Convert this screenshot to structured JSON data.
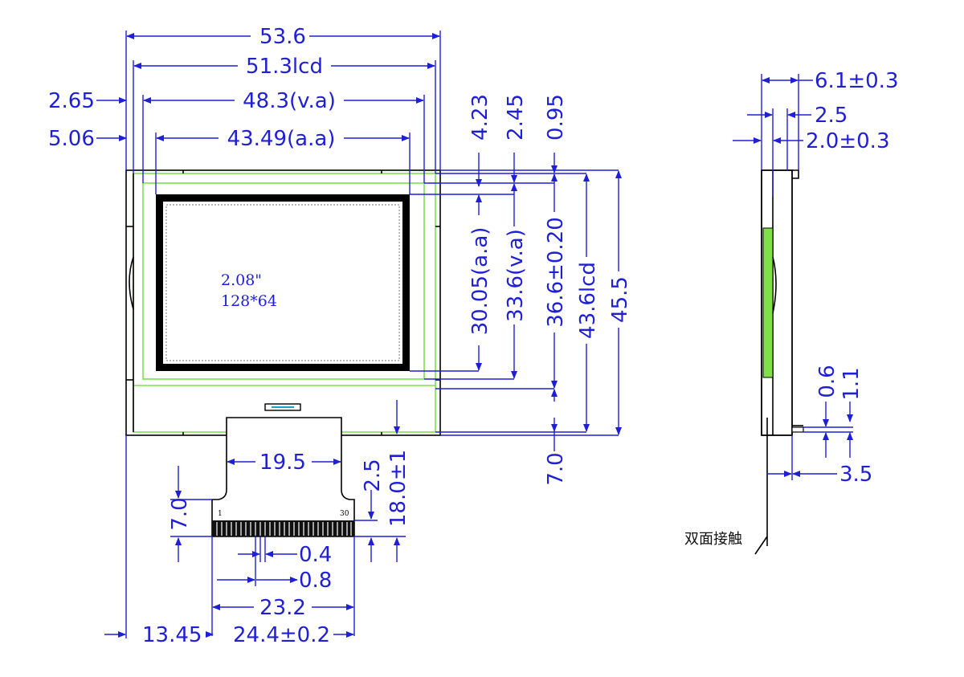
{
  "front_view": {
    "screen_note_size": "2.08\"",
    "screen_note_resolution": "128*64",
    "pin_first": "1",
    "pin_last": "30",
    "dims_top": [
      "53.6",
      "51.3lcd",
      "48.3(v.a)",
      "43.49(a.a)"
    ],
    "dims_left": [
      "2.65",
      "5.06"
    ],
    "dims_right_top": [
      "4.23",
      "2.45",
      "0.95"
    ],
    "dims_right": [
      "30.05(a.a)",
      "33.6(v.a)",
      "36.6±0.20",
      "43.6lcd",
      "45.5"
    ],
    "dim_bottom_right": "7.0",
    "fpc": {
      "width": "19.5",
      "tail_height": "7.0",
      "contact_height": "2.5",
      "length": "18.0±1",
      "pitch_gap": "0.4",
      "pitch": "0.8",
      "pin_span": "23.2",
      "offset": "13.45",
      "total_width": "24.4±0.2"
    }
  },
  "side_view": {
    "thickness": "6.1±0.3",
    "glass": "2.5",
    "bezel": "2.0±0.3",
    "fpc_t1": "0.6",
    "fpc_t2": "1.1",
    "fpc_offset": "3.5",
    "contact_label": "双面接触"
  },
  "colors": {
    "dimension": "#1f1fd6",
    "outline": "#000000",
    "backlight": "#7fe04a"
  }
}
